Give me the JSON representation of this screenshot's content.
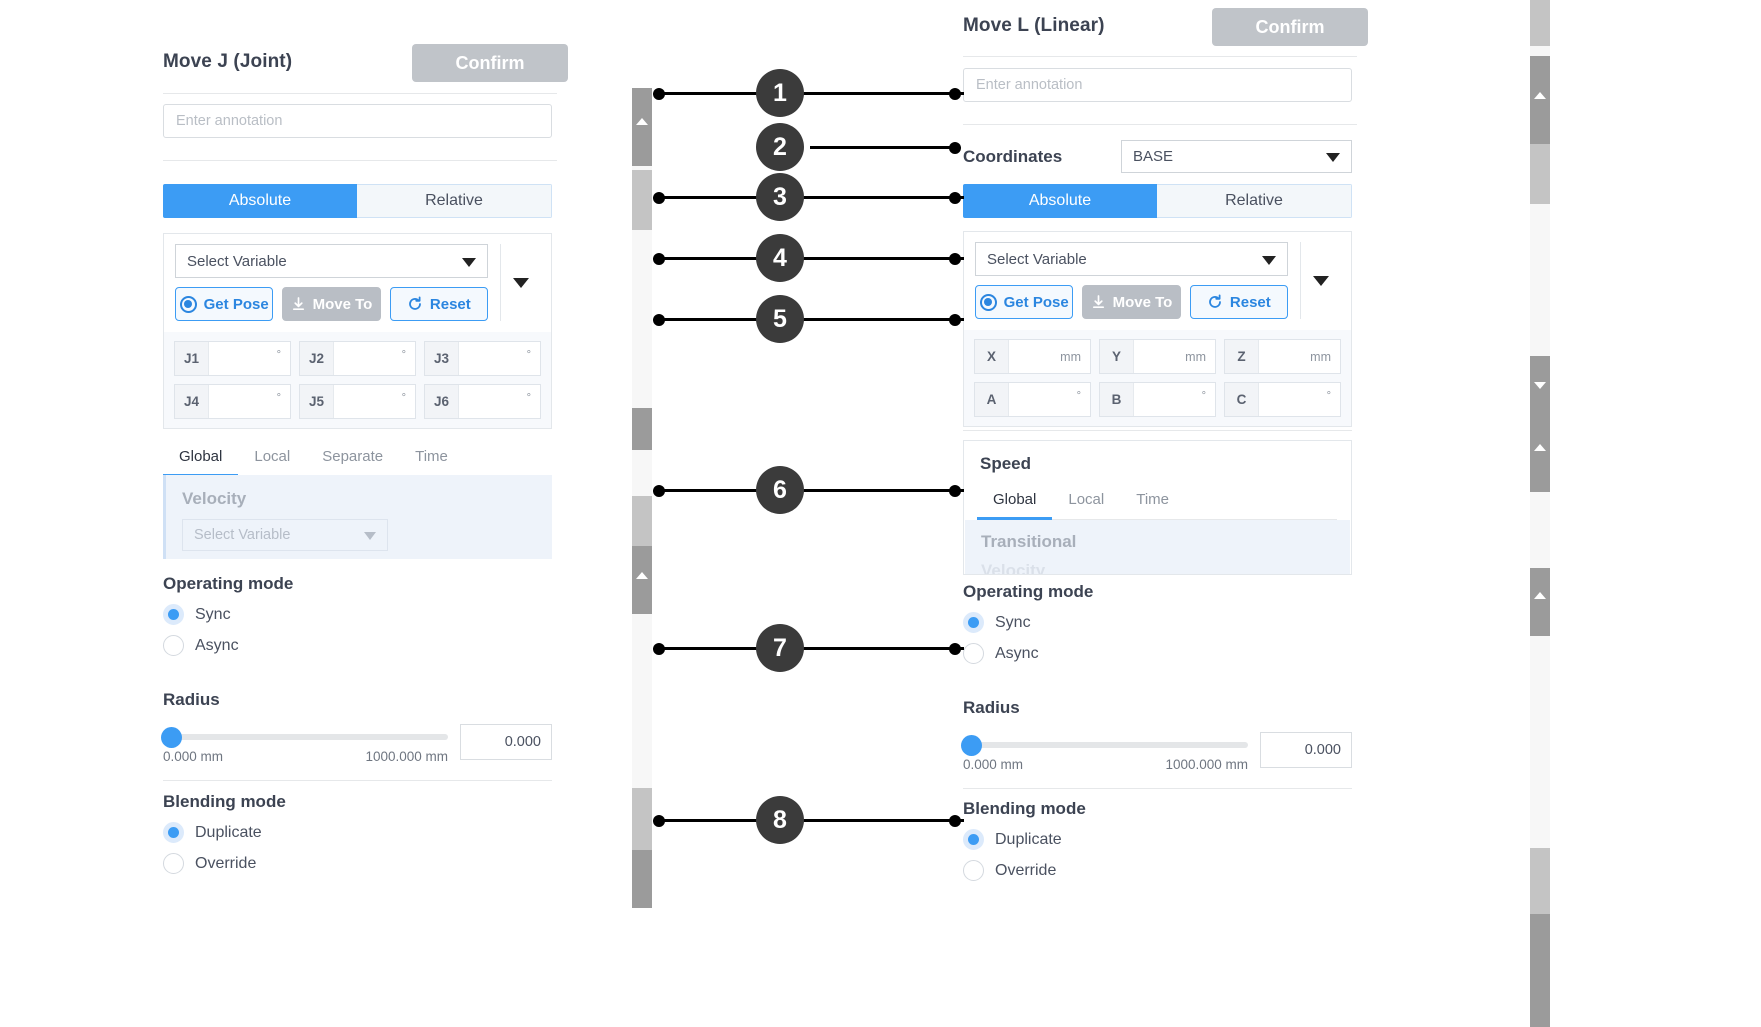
{
  "left_panel": {
    "title": "Move J (Joint)",
    "confirm_label": "Confirm",
    "annotation_placeholder": "Enter annotation",
    "mode_tabs": {
      "absolute": "Absolute",
      "relative": "Relative"
    },
    "select_variable": "Select Variable",
    "pose_buttons": {
      "get_pose": "Get Pose",
      "move_to": "Move To",
      "reset": "Reset"
    },
    "joint_fields": [
      {
        "label": "J1",
        "value": "",
        "unit": "°"
      },
      {
        "label": "J2",
        "value": "",
        "unit": "°"
      },
      {
        "label": "J3",
        "value": "",
        "unit": "°"
      },
      {
        "label": "J4",
        "value": "",
        "unit": "°"
      },
      {
        "label": "J5",
        "value": "",
        "unit": "°"
      },
      {
        "label": "J6",
        "value": "",
        "unit": "°"
      }
    ],
    "speed_tabs": [
      {
        "label": "Global",
        "active": true
      },
      {
        "label": "Local",
        "active": false
      },
      {
        "label": "Separate",
        "active": false
      },
      {
        "label": "Time",
        "active": false
      }
    ],
    "velocity_heading": "Velocity",
    "velocity_select": "Select Variable",
    "operating_mode": {
      "heading": "Operating mode",
      "options": [
        {
          "label": "Sync",
          "selected": true
        },
        {
          "label": "Async",
          "selected": false
        }
      ]
    },
    "radius": {
      "heading": "Radius",
      "min_label": "0.000 mm",
      "max_label": "1000.000 mm",
      "value": "0.000",
      "fill_percent": 0
    },
    "blending_mode": {
      "heading": "Blending mode",
      "options": [
        {
          "label": "Duplicate",
          "selected": true
        },
        {
          "label": "Override",
          "selected": false
        }
      ]
    }
  },
  "right_panel": {
    "title": "Move L (Linear)",
    "confirm_label": "Confirm",
    "annotation_placeholder": "Enter annotation",
    "coordinates_label": "Coordinates",
    "coordinates_value": "BASE",
    "mode_tabs": {
      "absolute": "Absolute",
      "relative": "Relative"
    },
    "select_variable": "Select Variable",
    "pose_buttons": {
      "get_pose": "Get Pose",
      "move_to": "Move To",
      "reset": "Reset"
    },
    "pose_fields": [
      {
        "label": "X",
        "value": "",
        "unit": "mm"
      },
      {
        "label": "Y",
        "value": "",
        "unit": "mm"
      },
      {
        "label": "Z",
        "value": "",
        "unit": "mm"
      },
      {
        "label": "A",
        "value": "",
        "unit": "°"
      },
      {
        "label": "B",
        "value": "",
        "unit": "°"
      },
      {
        "label": "C",
        "value": "",
        "unit": "°"
      }
    ],
    "speed_heading": "Speed",
    "speed_tabs": [
      {
        "label": "Global",
        "active": true
      },
      {
        "label": "Local",
        "active": false
      },
      {
        "label": "Time",
        "active": false
      }
    ],
    "transitional_heading": "Transitional",
    "operating_mode": {
      "heading": "Operating mode",
      "options": [
        {
          "label": "Sync",
          "selected": true
        },
        {
          "label": "Async",
          "selected": false
        }
      ]
    },
    "radius": {
      "heading": "Radius",
      "min_label": "0.000 mm",
      "max_label": "1000.000 mm",
      "value": "0.000",
      "fill_percent": 0
    },
    "blending_mode": {
      "heading": "Blending mode",
      "options": [
        {
          "label": "Duplicate",
          "selected": true
        },
        {
          "label": "Override",
          "selected": false
        }
      ]
    }
  },
  "callouts": [
    {
      "number": "1"
    },
    {
      "number": "2"
    },
    {
      "number": "3"
    },
    {
      "number": "4"
    },
    {
      "number": "5"
    },
    {
      "number": "6"
    },
    {
      "number": "7"
    },
    {
      "number": "8"
    }
  ],
  "colors": {
    "accent_blue": "#3c9cf4",
    "confirm_grey": "#c0c4c9",
    "callout_dark": "#3b3b3b",
    "panel_bg_grey": "#eef3fa"
  }
}
